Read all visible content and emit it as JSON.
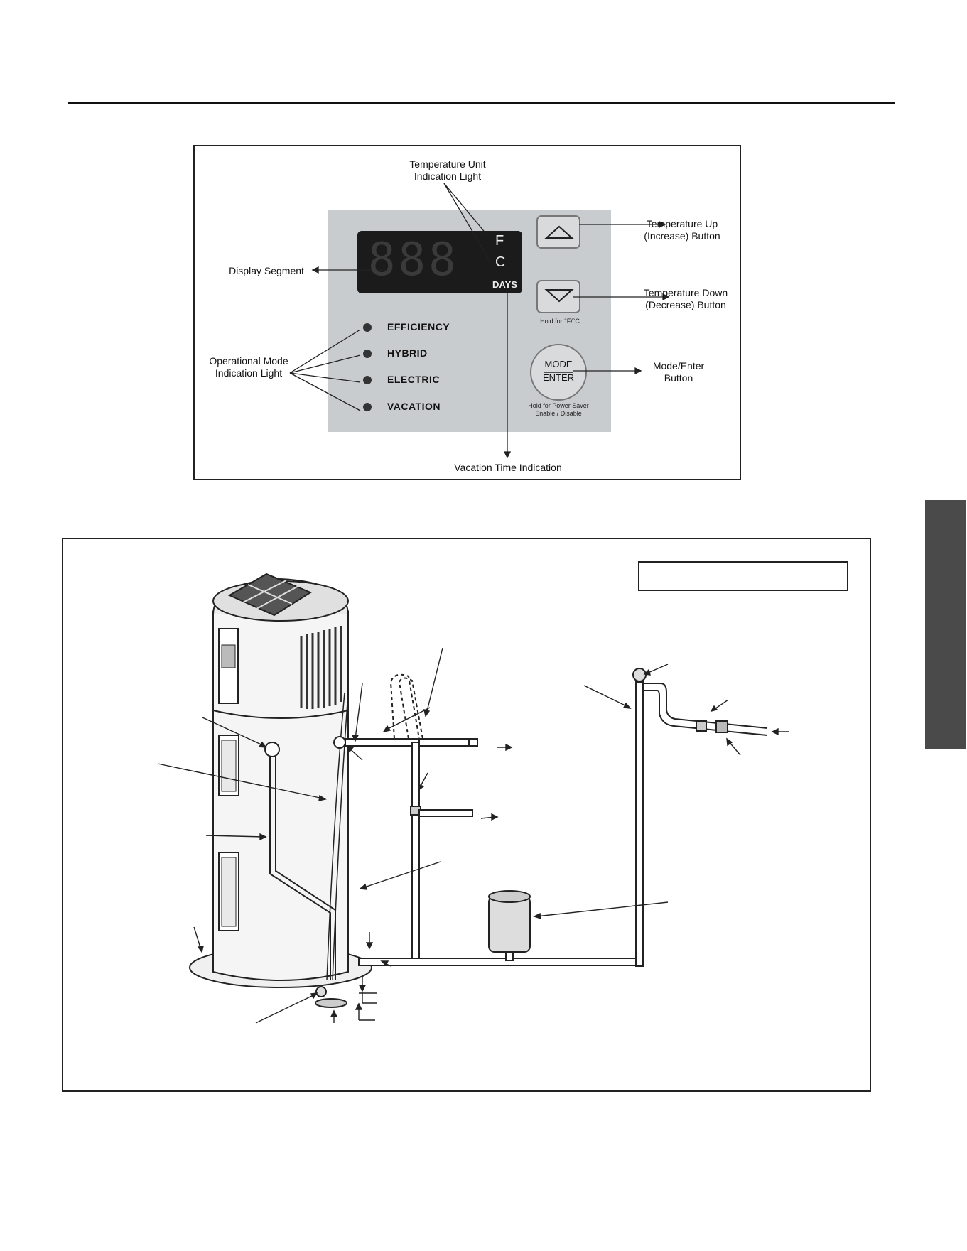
{
  "control_panel": {
    "display": {
      "digits": "888",
      "unit_f": "F",
      "unit_c": "C",
      "days": "DAYS"
    },
    "modes": [
      "EFFICIENCY",
      "HYBRID",
      "ELECTRIC",
      "VACATION"
    ],
    "hold_unit_note": "Hold for °F/°C",
    "mode_button": {
      "line1": "MODE",
      "line2": "ENTER"
    },
    "hold_power_note": "Hold for Power Saver\nEnable / Disable"
  },
  "labels": {
    "temp_unit": "Temperature Unit\nIndication Light",
    "display_segment": "Display Segment",
    "operational_mode": "Operational Mode\nIndication Light",
    "temp_up": "Temperature Up\n(Increase) Button",
    "temp_down": "Temperature Down\n(Decrease) Button",
    "mode_enter": "Mode/Enter\nButton",
    "vacation_time": "Vacation Time Indication"
  },
  "colors": {
    "panel": "#c9ccce",
    "display": "#1b1b1b",
    "tab": "#4a4a4a"
  },
  "icons": [
    "arrow-up-icon",
    "arrow-down-icon",
    "indicator-light-icon"
  ]
}
